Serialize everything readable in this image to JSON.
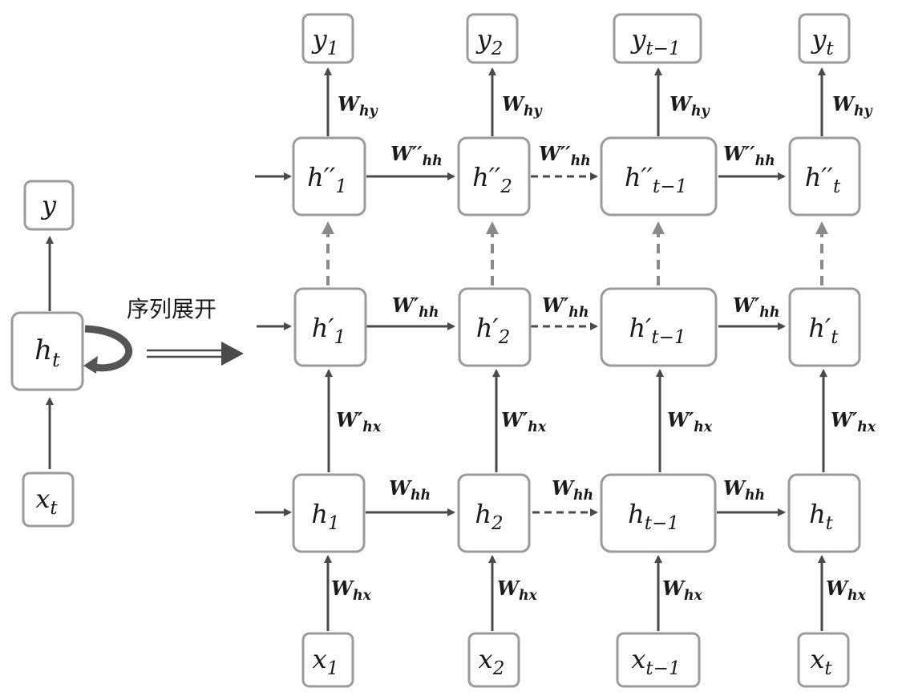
{
  "folded": {
    "output": {
      "base": "y",
      "sub": ""
    },
    "hidden": {
      "base": "h",
      "sub": "t"
    },
    "input": {
      "base": "x",
      "sub": "t"
    }
  },
  "unfold_label": "序列展开",
  "outputs": [
    {
      "base": "y",
      "sub": "1"
    },
    {
      "base": "y",
      "sub": "2"
    },
    {
      "base": "y",
      "sub": "t−1"
    },
    {
      "base": "y",
      "sub": "t"
    }
  ],
  "layer3": [
    {
      "base": "h′′",
      "sub": "1"
    },
    {
      "base": "h′′",
      "sub": "2"
    },
    {
      "base": "h′′",
      "sub": "t−1"
    },
    {
      "base": "h′′",
      "sub": "t"
    }
  ],
  "layer2": [
    {
      "base": "h′",
      "sub": "1"
    },
    {
      "base": "h′",
      "sub": "2"
    },
    {
      "base": "h′",
      "sub": "t−1"
    },
    {
      "base": "h′",
      "sub": "t"
    }
  ],
  "layer1": [
    {
      "base": "h",
      "sub": "1"
    },
    {
      "base": "h",
      "sub": "2"
    },
    {
      "base": "h",
      "sub": "t−1"
    },
    {
      "base": "h",
      "sub": "t"
    }
  ],
  "inputs": [
    {
      "base": "x",
      "sub": "1"
    },
    {
      "base": "x",
      "sub": "2"
    },
    {
      "base": "x",
      "sub": "t−1"
    },
    {
      "base": "x",
      "sub": "t"
    }
  ],
  "weights": {
    "hy": {
      "base": "W",
      "sub": "hy"
    },
    "hh3": {
      "base": "W′′",
      "sub": "hh"
    },
    "hh2": {
      "base": "W′",
      "sub": "hh"
    },
    "hx2": {
      "base": "W′",
      "sub": "hx"
    },
    "hh1": {
      "base": "W",
      "sub": "hh"
    },
    "hx1": {
      "base": "W",
      "sub": "hx"
    }
  }
}
